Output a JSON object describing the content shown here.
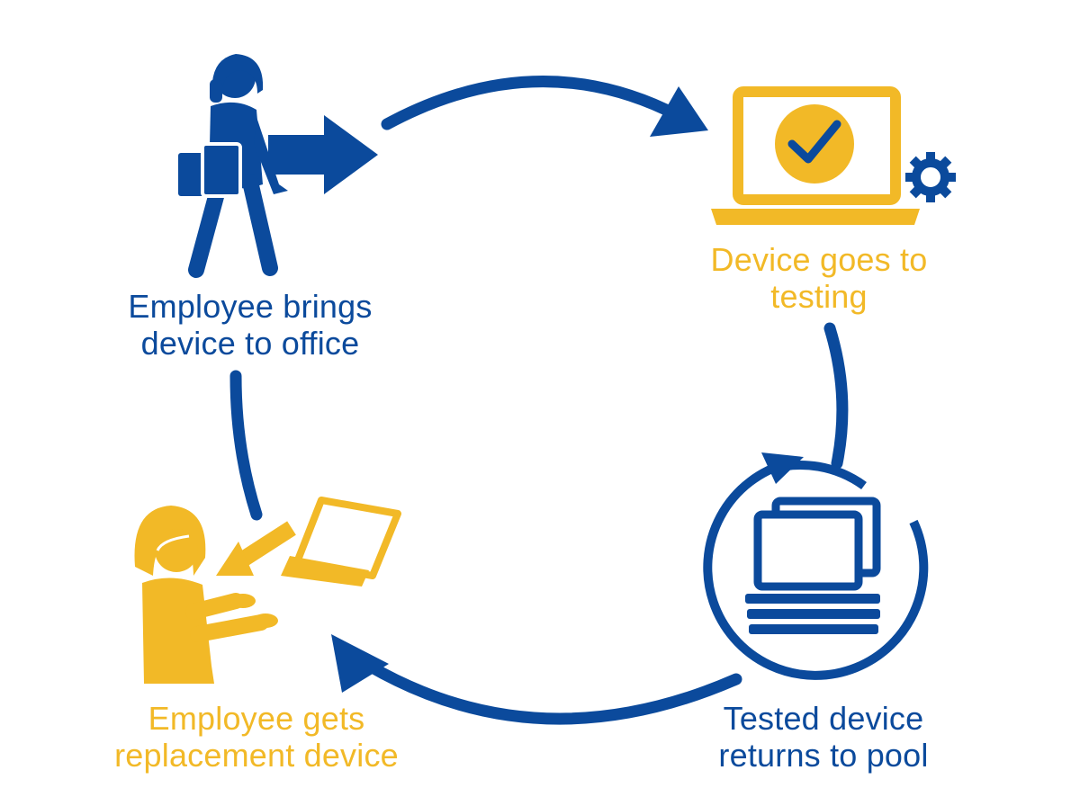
{
  "colors": {
    "primary_blue": "#0b4a9c",
    "accent_gold": "#f2b927",
    "background": "#ffffff"
  },
  "steps": [
    {
      "id": "step1",
      "line1": "Employee brings",
      "line2": "device to office",
      "color": "#0b4a9c",
      "icon": "walking-employee-with-device-icon"
    },
    {
      "id": "step2",
      "line1": "Device goes to",
      "line2": "testing",
      "color": "#f2b927",
      "icon": "laptop-checkmark-gear-icon"
    },
    {
      "id": "step3",
      "line1": "Tested device",
      "line2": "returns to pool",
      "color": "#0b4a9c",
      "icon": "stacked-laptops-pool-icon"
    },
    {
      "id": "step4",
      "line1": "Employee gets",
      "line2": "replacement device",
      "color": "#f2b927",
      "icon": "employee-receiving-laptop-icon"
    }
  ]
}
